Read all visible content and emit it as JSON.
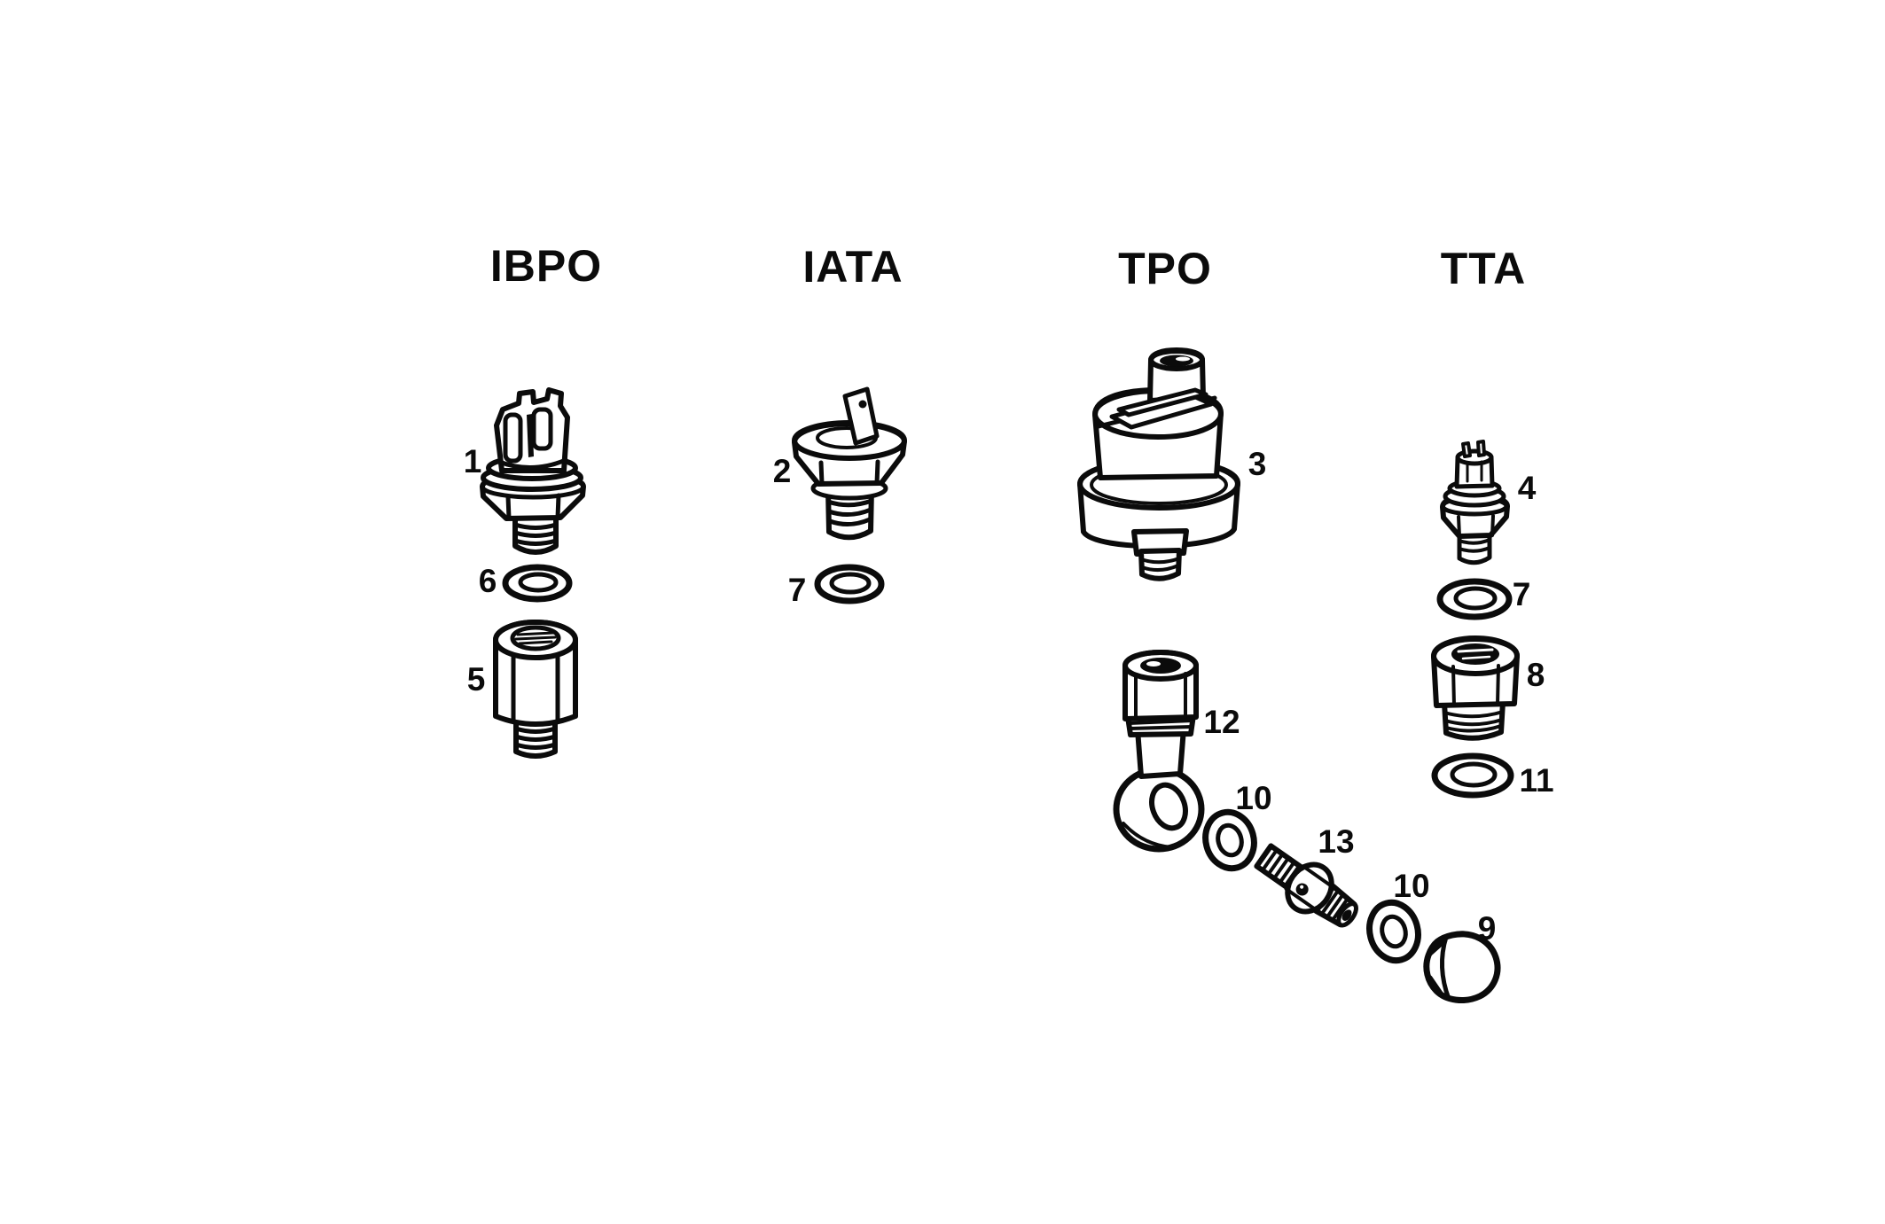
{
  "canvas": {
    "background": "#ffffff",
    "ink": "#0b0b0b"
  },
  "diagram": {
    "kind": "exploded-parts-line-drawing",
    "columns": [
      {
        "label": "IBPO",
        "callout_numbers": [
          "1",
          "6",
          "5"
        ]
      },
      {
        "label": "IATA",
        "callout_numbers": [
          "2",
          "7"
        ]
      },
      {
        "label": "TPO",
        "callout_numbers": [
          "3",
          "12",
          "10",
          "13",
          "10",
          "9"
        ]
      },
      {
        "label": "TTA",
        "callout_numbers": [
          "4",
          "7",
          "8",
          "11"
        ]
      }
    ],
    "callouts": [
      {
        "label": "1"
      },
      {
        "label": "6"
      },
      {
        "label": "5"
      },
      {
        "label": "2"
      },
      {
        "label": "7"
      },
      {
        "label": "3"
      },
      {
        "label": "12"
      },
      {
        "label": "10"
      },
      {
        "label": "13"
      },
      {
        "label": "10"
      },
      {
        "label": "9"
      },
      {
        "label": "4"
      },
      {
        "label": "7"
      },
      {
        "label": "8"
      },
      {
        "label": "11"
      }
    ]
  }
}
